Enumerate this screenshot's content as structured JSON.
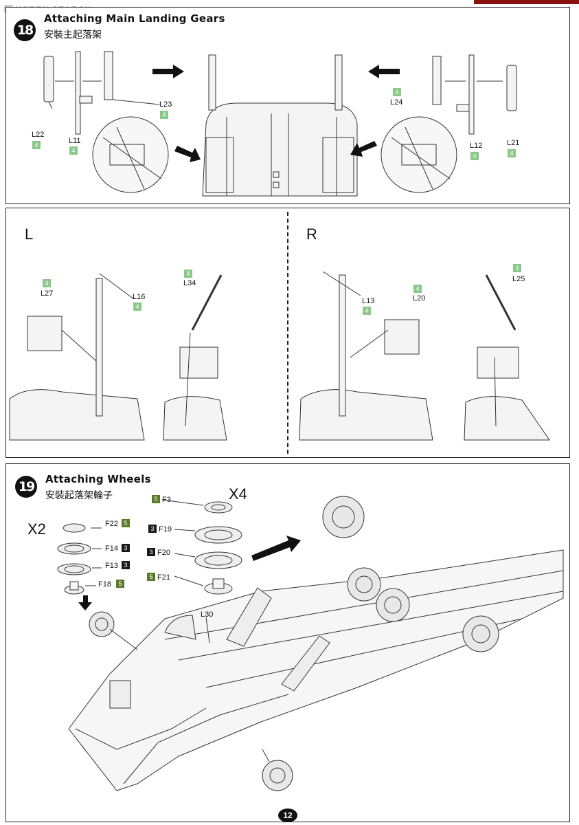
{
  "watermark": "HOBBY SEARCH",
  "step18": {
    "number": "18",
    "title": "Attaching Main Landing Gears",
    "subtitle": "安裝主起落架",
    "parts": {
      "L22": "L22",
      "L11": "L11",
      "L23": "L23",
      "L24": "L24",
      "L12": "L12",
      "L21": "L21",
      "sprue": "4"
    }
  },
  "detail": {
    "left_side": "L",
    "right_side": "R",
    "parts": {
      "L27": "L27",
      "L16": "L16",
      "L34": "L34",
      "L13": "L13",
      "L20": "L20",
      "L25": "L25",
      "sprue": "4"
    }
  },
  "step19": {
    "number": "19",
    "title": "Attaching Wheels",
    "subtitle": "安裝起落架輪子",
    "qty_front": "X2",
    "qty_main": "X4",
    "parts": [
      {
        "id": "F22",
        "sprue": "5"
      },
      {
        "id": "F14",
        "sprue": "3"
      },
      {
        "id": "F13",
        "sprue": "3"
      },
      {
        "id": "F18",
        "sprue": "5"
      },
      {
        "id": "F3",
        "sprue": "5"
      },
      {
        "id": "F19",
        "sprue": "3"
      },
      {
        "id": "F20",
        "sprue": "3"
      },
      {
        "id": "F21",
        "sprue": "5"
      }
    ],
    "l30": "L30"
  },
  "page_number": "12",
  "colors": {
    "sprue_green_light": "#8cc88a",
    "sprue_black": "#1a1a1a",
    "sprue_olive": "#5a7a2a",
    "corner_red": "#8b1010"
  }
}
